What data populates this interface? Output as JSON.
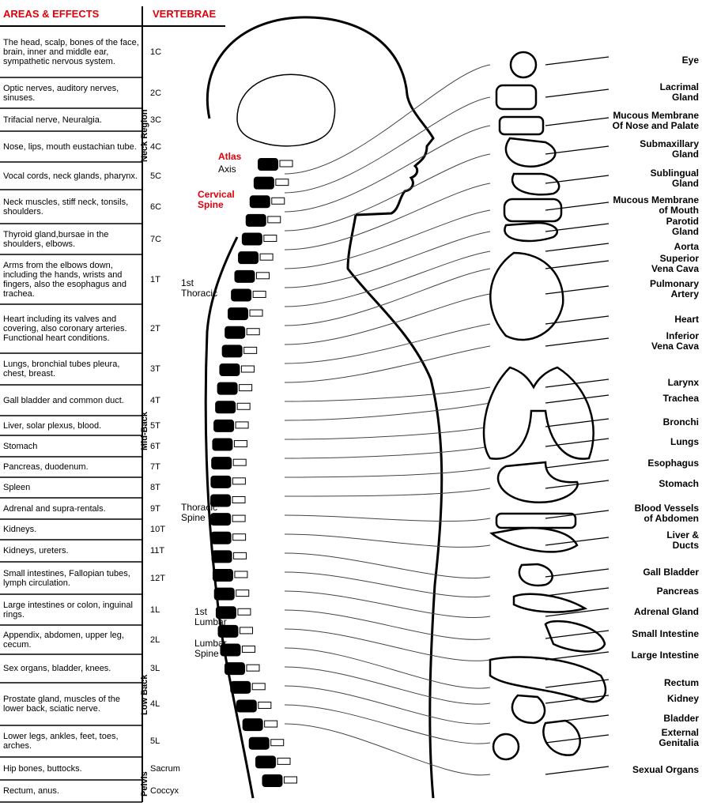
{
  "header": {
    "areas": "AREAS & EFFECTS",
    "vertebrae": "VERTEBRAE"
  },
  "rows": [
    {
      "text": "The head, scalp, bones of the face, brain, inner and middle ear, sympathetic nervous system.",
      "vert": "1C"
    },
    {
      "text": "Optic nerves, auditory nerves, sinuses.",
      "vert": "2C"
    },
    {
      "text": "Trifacial nerve, Neuralgia.",
      "vert": "3C"
    },
    {
      "text": "Nose, lips, mouth eustachian tube.",
      "vert": "4C"
    },
    {
      "text": "Vocal cords, neck glands, pharynx.",
      "vert": "5C"
    },
    {
      "text": "Neck muscles, stiff neck, tonsils, shoulders.",
      "vert": "6C"
    },
    {
      "text": "Thyroid gland,bursae in the shoulders, elbows.",
      "vert": "7C"
    },
    {
      "text": "Arms from the elbows down, including the hands, wrists and fingers, also the esophagus and trachea.",
      "vert": "1T"
    },
    {
      "text": "Heart including its valves and covering, also coronary arteries. Functional heart conditions.",
      "vert": "2T"
    },
    {
      "text": "Lungs, bronchial tubes pleura, chest, breast.",
      "vert": "3T"
    },
    {
      "text": "Gall bladder and common duct.",
      "vert": "4T"
    },
    {
      "text": "Liver, solar plexus, blood.",
      "vert": "5T"
    },
    {
      "text": "Stomach",
      "vert": "6T"
    },
    {
      "text": "Pancreas, duodenum.",
      "vert": "7T"
    },
    {
      "text": "Spleen",
      "vert": "8T"
    },
    {
      "text": "Adrenal and supra-rentals.",
      "vert": "9T"
    },
    {
      "text": "Kidneys.",
      "vert": "10T"
    },
    {
      "text": "Kidneys, ureters.",
      "vert": "11T"
    },
    {
      "text": "Small intestines, Fallopian tubes, lymph circulation.",
      "vert": "12T"
    },
    {
      "text": "Large intestines or colon, inguinal rings.",
      "vert": "1L"
    },
    {
      "text": "Appendix, abdomen, upper leg, cecum.",
      "vert": "2L"
    },
    {
      "text": "Sex organs, bladder, knees.",
      "vert": "3L"
    },
    {
      "text": "Prostate gland, muscles of the lower back, sciatic nerve.",
      "vert": "4L"
    },
    {
      "text": "Lower legs, ankles, feet, toes, arches.",
      "vert": "5L"
    },
    {
      "text": "Hip bones, buttocks.",
      "vert": "Sacrum"
    },
    {
      "text": "Rectum, anus.",
      "vert": "Coccyx"
    }
  ],
  "regions": {
    "neck": "Neck Region",
    "mid": "Mid-Back",
    "low": "Low Back",
    "pelvis": "Pelvis"
  },
  "spine_labels": {
    "atlas": "Atlas",
    "axis": "Axis",
    "cervical": "Cervical\nSpine",
    "thoracic1": "1st\nThoracic",
    "thoracic": "Thoracic\nSpine",
    "lumbar1": "1st\nLumbar",
    "lumbar": "Lumbar\nSpine"
  },
  "organs": [
    "Eye",
    "Lacrimal\nGland",
    "Mucous Membrane\nOf Nose and Palate",
    "Submaxillary\nGland",
    "Sublingual\nGland",
    "Mucous Membrane\nof Mouth",
    "Parotid\nGland",
    "Aorta",
    "Superior\nVena Cava",
    "Pulmonary\nArtery",
    "Heart",
    "Inferior\nVena Cava",
    "Larynx",
    "Trachea",
    "Bronchi",
    "Lungs",
    "Esophagus",
    "Stomach",
    "Blood Vessels\nof Abdomen",
    "Liver &\nDucts",
    "Gall Bladder",
    "Pancreas",
    "Adrenal Gland",
    "Small Intestine",
    "Large Intestine",
    "Rectum",
    "Kidney",
    "Bladder",
    "External\nGenitalia",
    "Sexual Organs"
  ],
  "colors": {
    "accent": "#e0000b",
    "ink": "#000000"
  }
}
